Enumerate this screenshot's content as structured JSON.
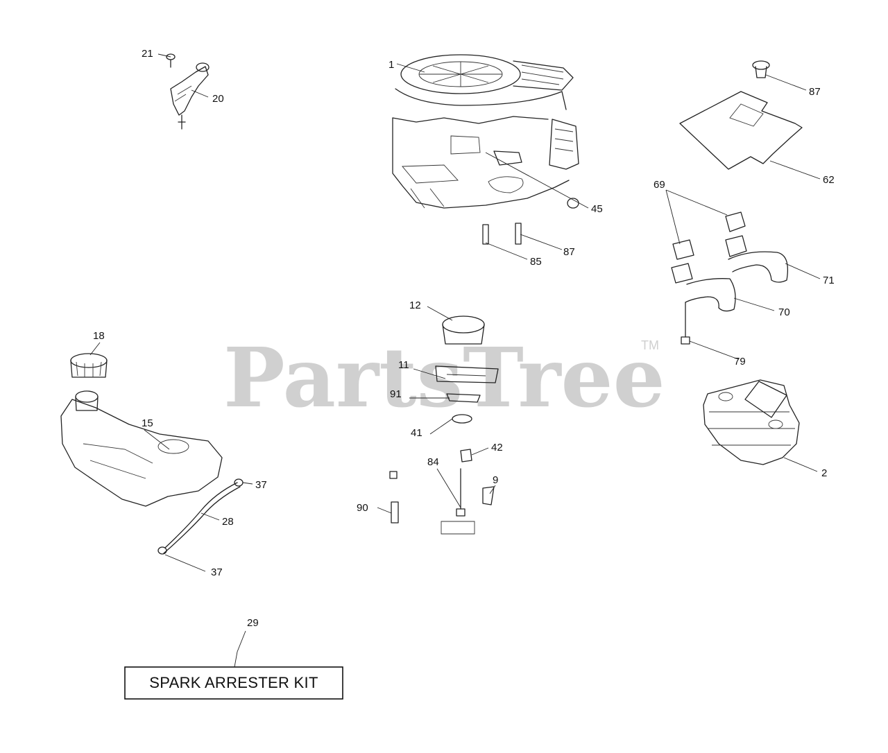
{
  "watermark": {
    "text": "PartsTree",
    "tm": "TM"
  },
  "kit": {
    "label": "SPARK ARRESTER KIT",
    "number": "29"
  },
  "footnote": "",
  "callouts": [
    {
      "key": "c1",
      "label": "1"
    },
    {
      "key": "c2",
      "label": "2"
    },
    {
      "key": "c9",
      "label": "9"
    },
    {
      "key": "c11",
      "label": "11"
    },
    {
      "key": "c12",
      "label": "12"
    },
    {
      "key": "c15",
      "label": "15"
    },
    {
      "key": "c18",
      "label": "18"
    },
    {
      "key": "c20",
      "label": "20"
    },
    {
      "key": "c21",
      "label": "21"
    },
    {
      "key": "c28",
      "label": "28"
    },
    {
      "key": "c37a",
      "label": "37"
    },
    {
      "key": "c37b",
      "label": "37"
    },
    {
      "key": "c41",
      "label": "41"
    },
    {
      "key": "c42",
      "label": "42"
    },
    {
      "key": "c45",
      "label": "45"
    },
    {
      "key": "c62",
      "label": "62"
    },
    {
      "key": "c69",
      "label": "69"
    },
    {
      "key": "c70",
      "label": "70"
    },
    {
      "key": "c71",
      "label": "71"
    },
    {
      "key": "c79",
      "label": "79"
    },
    {
      "key": "c84a",
      "label": "84"
    },
    {
      "key": "c84b",
      "label": "84"
    },
    {
      "key": "c85",
      "label": "85"
    },
    {
      "key": "c87",
      "label": "87"
    },
    {
      "key": "c90",
      "label": "90"
    },
    {
      "key": "c91",
      "label": "91"
    }
  ]
}
